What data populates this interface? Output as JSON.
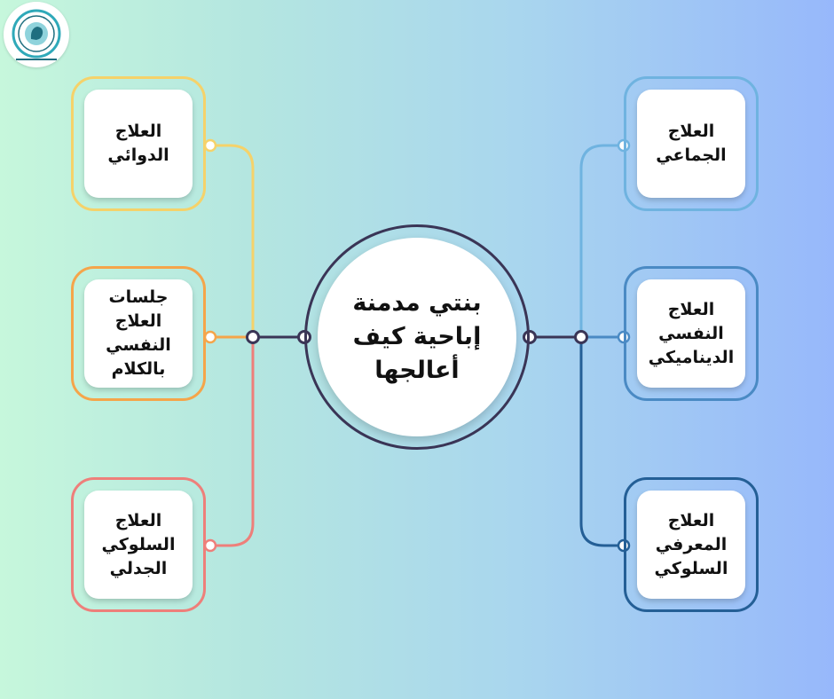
{
  "center": {
    "title": "بنتي مدمنة\nإباحية كيف\nأعالجها",
    "color": "#3a3556"
  },
  "left": [
    {
      "label": "العلاج\nالدوائي",
      "color": "#f5d26a"
    },
    {
      "label": "جلسات العلاج\nالنفسي\nبالكلام",
      "color": "#f5a54a"
    },
    {
      "label": "العلاج\nالسلوكي\nالجدلي",
      "color": "#ee7f7a"
    }
  ],
  "right": [
    {
      "label": "العلاج\nالجماعي",
      "color": "#6fb3e0"
    },
    {
      "label": "العلاج\nالنفسي\nالديناميكي",
      "color": "#4a8ac4"
    },
    {
      "label": "العلاج\nالمعرفي\nالسلوكي",
      "color": "#245f96"
    }
  ],
  "logo": {
    "icon": "clinic-logo-icon",
    "colors": [
      "#2fa9b9",
      "#1f6f80"
    ]
  }
}
